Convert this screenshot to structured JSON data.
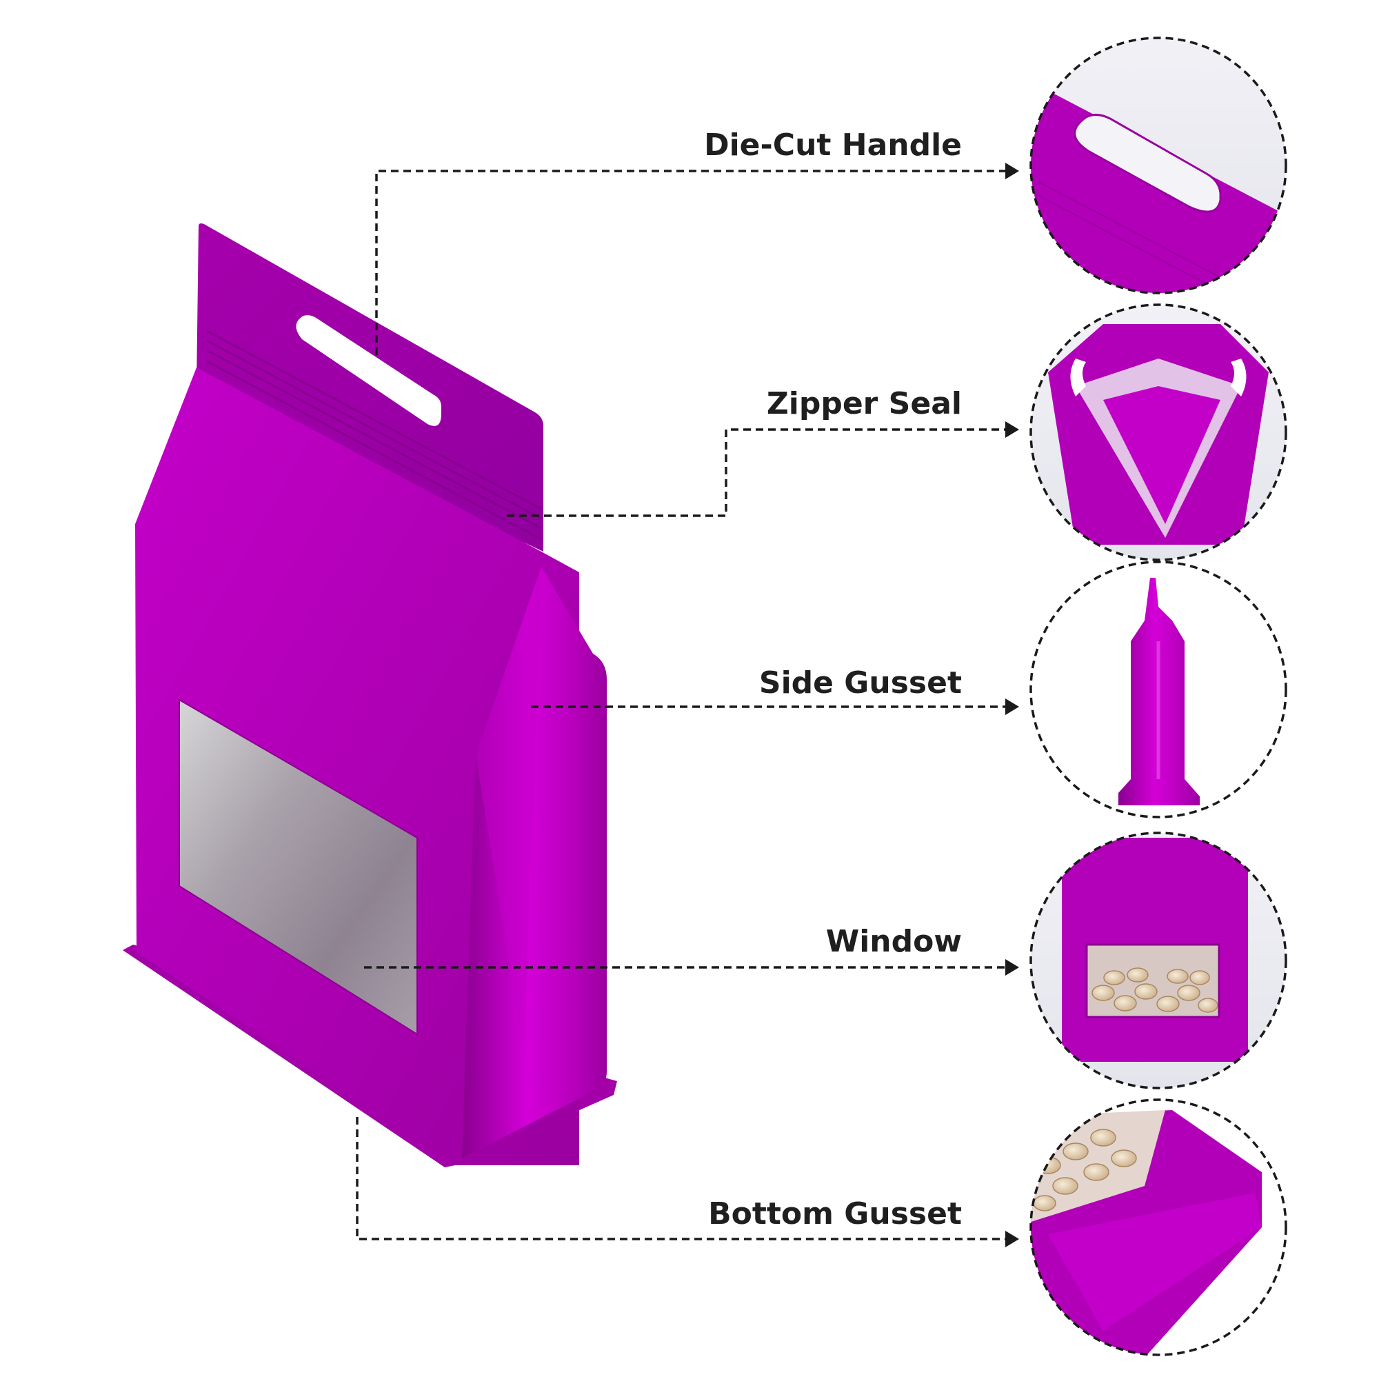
{
  "features": [
    {
      "id": "die-cut-handle",
      "label": "Die-Cut Handle"
    },
    {
      "id": "zipper-seal",
      "label": "Zipper Seal"
    },
    {
      "id": "side-gusset",
      "label": "Side Gusset"
    },
    {
      "id": "window",
      "label": "Window"
    },
    {
      "id": "bottom-gusset",
      "label": "Bottom Gusset"
    }
  ],
  "colors": {
    "bag_primary": "#b200b8",
    "bag_dark": "#8f0094",
    "bag_light": "#d21ad6",
    "window_tint": "#9b8f9c",
    "leader_line": "#1a1a1a",
    "label_text": "#1f1f1f"
  }
}
